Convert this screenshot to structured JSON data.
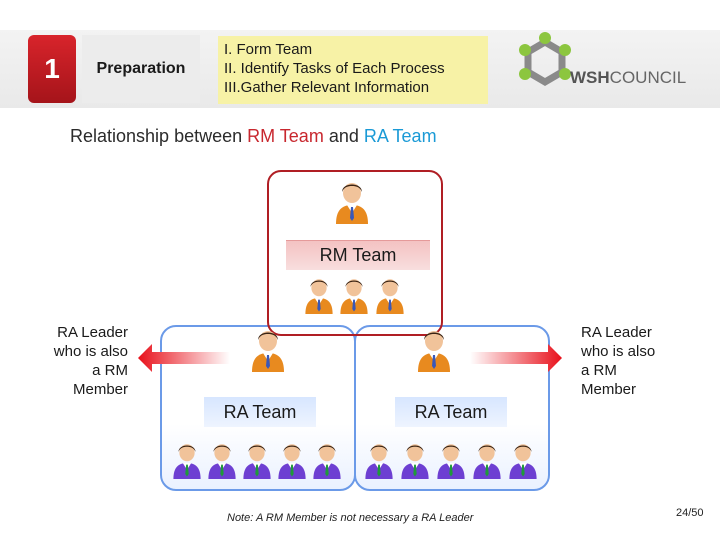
{
  "header": {
    "step_number": "1",
    "step_name": "Preparation",
    "steps": [
      "I.  Form Team",
      "II. Identify Tasks of Each Process",
      "III.Gather Relevant Information"
    ]
  },
  "logo": {
    "wsh": "WSH",
    "council": "COUNCIL"
  },
  "subtitle": {
    "prefix": "Relationship between ",
    "rm": "RM Team",
    "middle": " and ",
    "ra": "RA Team"
  },
  "diagram": {
    "rm_team_label": "RM Team",
    "ra_team_left_label": "RA Team",
    "ra_team_right_label": "RA Team",
    "left_note": [
      "RA Leader",
      "who is also",
      "a RM",
      "Member"
    ],
    "right_note": [
      "RA Leader",
      "who is also",
      "a RM",
      "Member"
    ]
  },
  "footer": {
    "note": "Note: A RM Member is not necessary a RA Leader",
    "page": "24/50"
  },
  "colors": {
    "accent_red": "#c8272e",
    "accent_blue": "#1a9ad6",
    "yellow_box": "#f7f2a6",
    "ra_border": "#6b9ae8"
  },
  "icons": [
    "person-icon",
    "arrow-left-icon",
    "arrow-right-icon",
    "wsh-logo-icon"
  ]
}
